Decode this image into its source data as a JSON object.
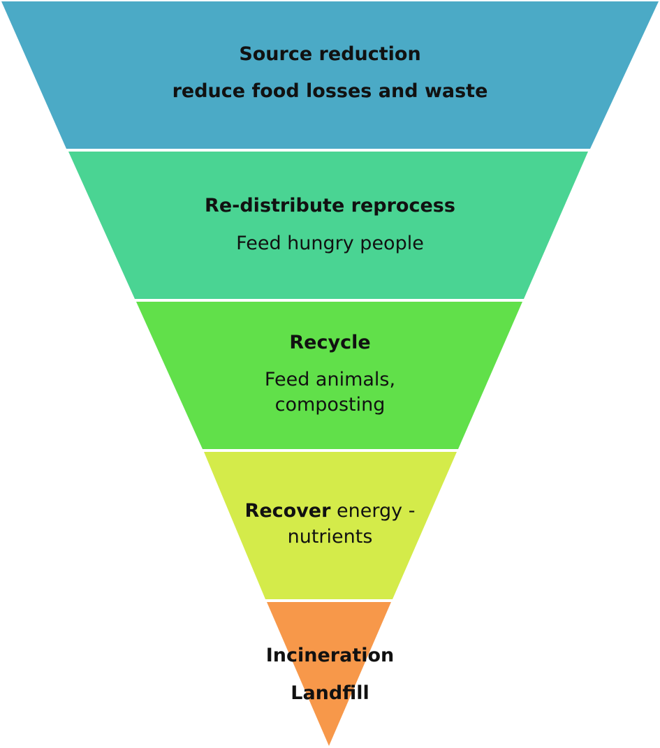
{
  "tiers": [
    {
      "title": "Source reduction",
      "subtitle": "reduce food losses and waste",
      "color": "#4BAAC6"
    },
    {
      "title": "Re-distribute reprocess",
      "subtitle": "Feed hungry people",
      "color": "#4AD493"
    },
    {
      "title": "Recycle",
      "subtitle_line1": "Feed animals,",
      "subtitle_line2": "composting",
      "color": "#61E04A"
    },
    {
      "title": "Recover",
      "title_suffix": "energy -",
      "subtitle": "nutrients",
      "color": "#D4EB4A"
    },
    {
      "title": "Incineration",
      "subtitle": "Landfill",
      "color": "#F7984A"
    }
  ]
}
